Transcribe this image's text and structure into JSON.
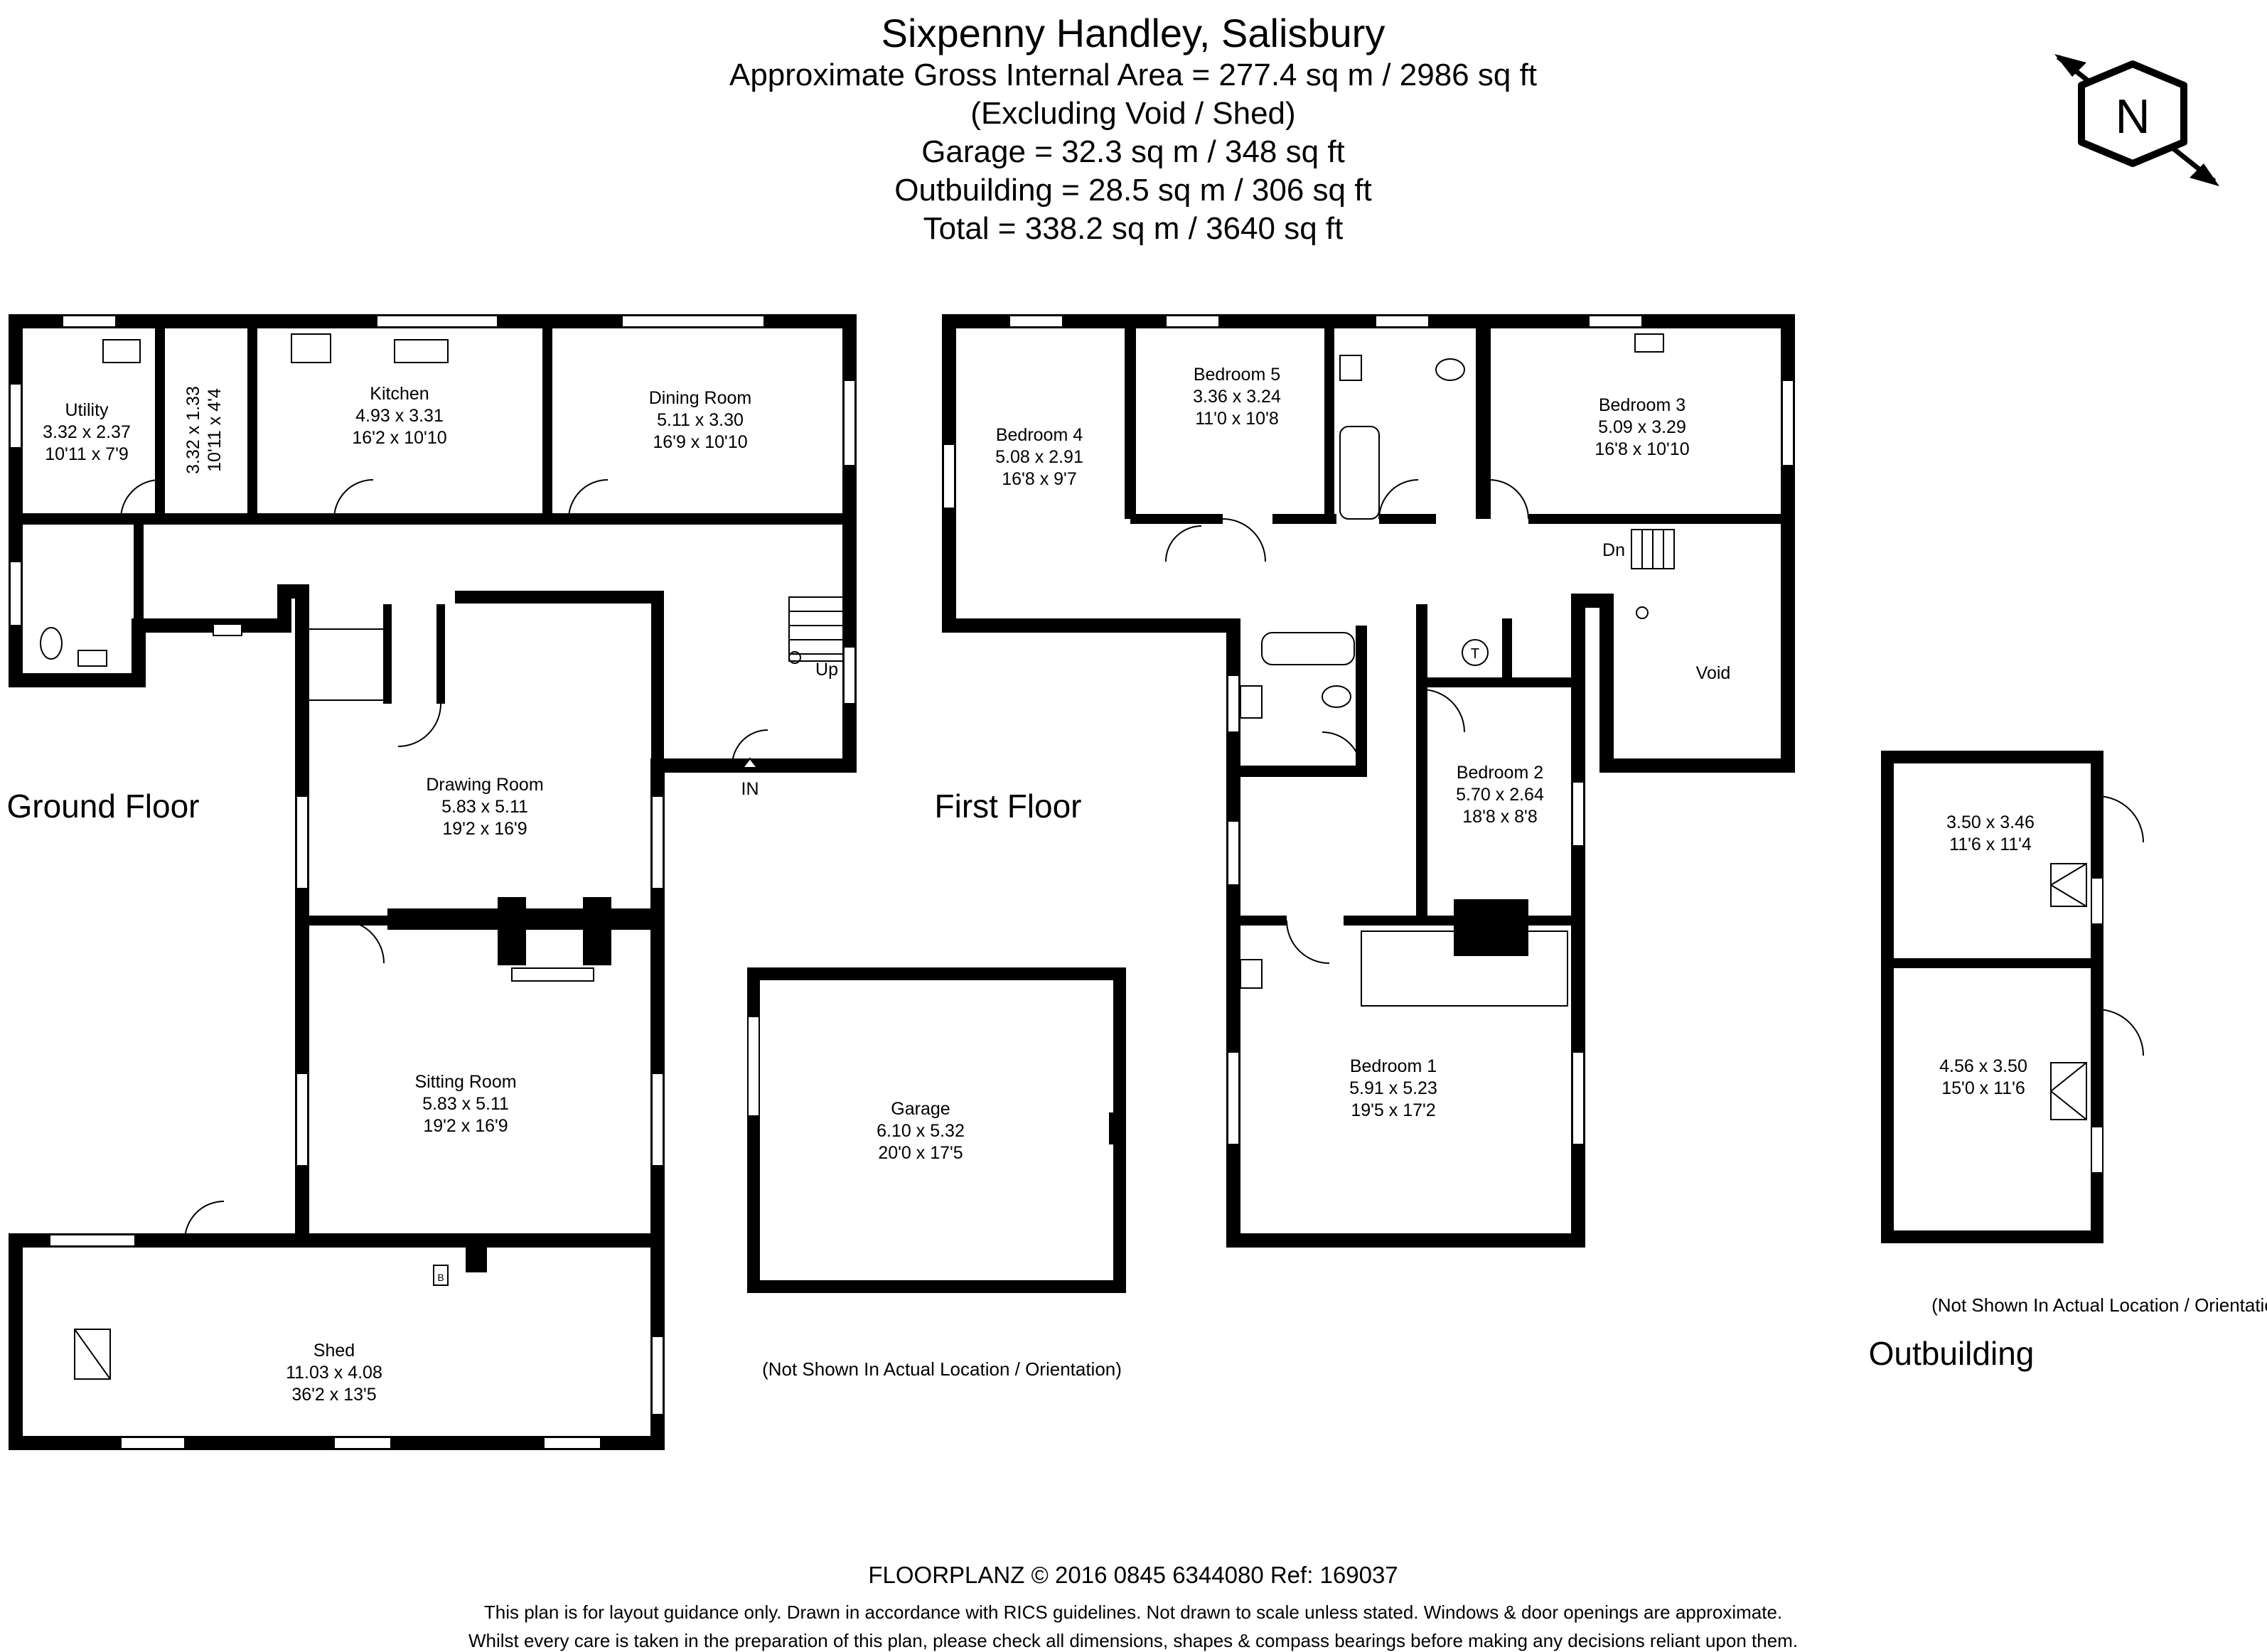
{
  "header": {
    "title": "Sixpenny Handley, Salisbury",
    "area_line": "Approximate Gross Internal Area = 277.4 sq m / 2986 sq ft",
    "excluding_line": "(Excluding Void / Shed)",
    "garage_line": "Garage = 32.3 sq m / 348 sq ft",
    "outbuilding_line": "Outbuilding = 28.5 sq m / 306 sq ft",
    "total_line": "Total = 338.2 sq m / 3640 sq ft"
  },
  "compass": {
    "label": "N",
    "icon": "north-arrow-icon"
  },
  "floors": {
    "ground": "Ground Floor",
    "first": "First Floor",
    "outbuilding": "Outbuilding"
  },
  "rooms": {
    "utility": {
      "name": "Utility",
      "metric": "3.32 x 2.37",
      "imperial": "10'11 x 7'9"
    },
    "pantry": {
      "metric": "3.32 x 1.33",
      "imperial": "10'11 x 4'4"
    },
    "kitchen": {
      "name": "Kitchen",
      "metric": "4.93 x 3.31",
      "imperial": "16'2 x 10'10"
    },
    "dining": {
      "name": "Dining Room",
      "metric": "5.11 x 3.30",
      "imperial": "16'9 x 10'10"
    },
    "drawing": {
      "name": "Drawing Room",
      "metric": "5.83 x 5.11",
      "imperial": "19'2 x 16'9"
    },
    "sitting": {
      "name": "Sitting Room",
      "metric": "5.83 x 5.11",
      "imperial": "19'2 x 16'9"
    },
    "shed": {
      "name": "Shed",
      "metric": "11.03 x 4.08",
      "imperial": "36'2 x 13'5"
    },
    "garage": {
      "name": "Garage",
      "metric": "6.10 x 5.32",
      "imperial": "20'0 x 17'5"
    },
    "bedroom4": {
      "name": "Bedroom 4",
      "metric": "5.08 x 2.91",
      "imperial": "16'8 x 9'7"
    },
    "bedroom5": {
      "name": "Bedroom 5",
      "metric": "3.36 x 3.24",
      "imperial": "11'0 x 10'8"
    },
    "bedroom3": {
      "name": "Bedroom 3",
      "metric": "5.09 x 3.29",
      "imperial": "16'8 x 10'10"
    },
    "bedroom2": {
      "name": "Bedroom 2",
      "metric": "5.70 x 2.64",
      "imperial": "18'8 x 8'8"
    },
    "bedroom1": {
      "name": "Bedroom 1",
      "metric": "5.91 x 5.23",
      "imperial": "19'5 x 17'2"
    },
    "void": {
      "name": "Void"
    },
    "out_upper": {
      "metric": "3.50 x 3.46",
      "imperial": "11'6 x 11'4"
    },
    "out_lower": {
      "metric": "4.56 x 3.50",
      "imperial": "15'0 x 11'6"
    }
  },
  "markers": {
    "up": "Up",
    "down": "Dn",
    "entrance": "IN",
    "tank": "T",
    "boiler": "B"
  },
  "notes": {
    "garage_note": "(Not Shown In Actual Location / Orientation)",
    "outbuilding_note": "(Not Shown In Actual Location / Orientation)"
  },
  "footer": {
    "credit": "FLOORPLANZ © 2016   0845 6344080   Ref: 169037",
    "disclaimer1": "This plan is for layout guidance only. Drawn in accordance with RICS guidelines. Not drawn to scale unless stated. Windows & door openings are approximate.",
    "disclaimer2": "Whilst every care is taken in the preparation of this plan, please check all dimensions, shapes & compass bearings before making any decisions reliant upon them."
  }
}
